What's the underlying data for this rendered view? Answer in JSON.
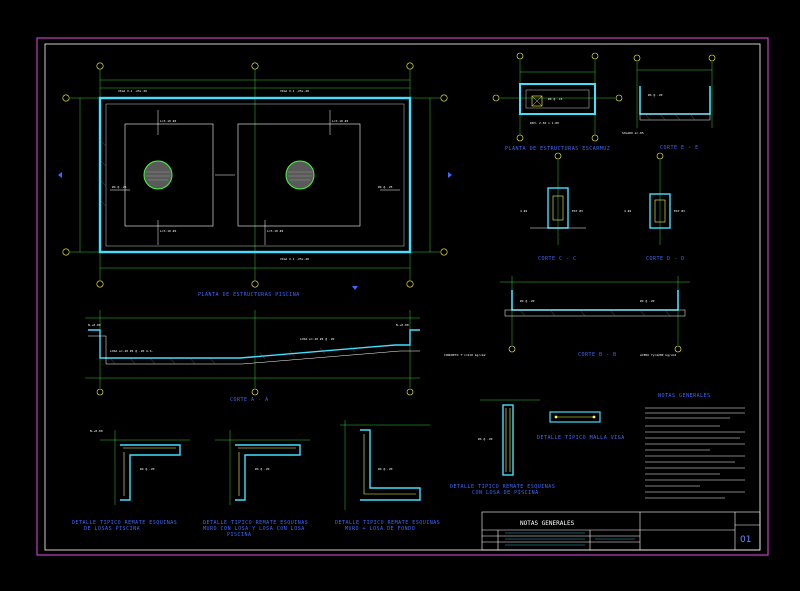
{
  "colors": {
    "background": "#000000",
    "sheet_border": "#c040c0",
    "outline": "#ffffff",
    "structure": "#40e0ff",
    "dimension": "#40ff40",
    "section_mark": "#3a6bff",
    "hatch": "#a0a0a0",
    "axis_bubble": "#ffff40",
    "rebar": "#ff4040"
  },
  "labels": {
    "plan_main": "PLANTA DE ESTRUCTURAS PISCINA",
    "plan_pit": "PLANTA DE ESTRUCTURAS ESCARMUZ",
    "section_aa": "CORTE A - A",
    "section_bb": "CORTE B - B",
    "section_cc": "CORTE C - C",
    "section_dd": "CORTE D - D",
    "section_ee": "CORTE E - E",
    "detail_1_line1": "DETALLE TIPICO REMATE ESQUINAS",
    "detail_1_line2": "DE LOSAS PISCINA",
    "detail_2_line1": "DETALLE TIPICO REMATE ESQUINAS",
    "detail_2_line2": "MURO CON LOSA Y LOSA CON LOSA",
    "detail_2_line3": "PISCINA",
    "detail_3_line1": "DETALLE TIPICO REMATE ESQUINAS",
    "detail_3_line2": "MURO + LOSA DE FONDO",
    "detail_4_line1": "DETALLE TIPICO REMATE ESQUINAS",
    "detail_4_line2": "CON LOSA DE PISCINA",
    "detail_5": "DETALLE TIPICO MALLA VIGA",
    "notes_header": "NOTAS GENERALES",
    "title_block_header": "NOTAS GENERALES",
    "sheet_number": "01"
  }
}
